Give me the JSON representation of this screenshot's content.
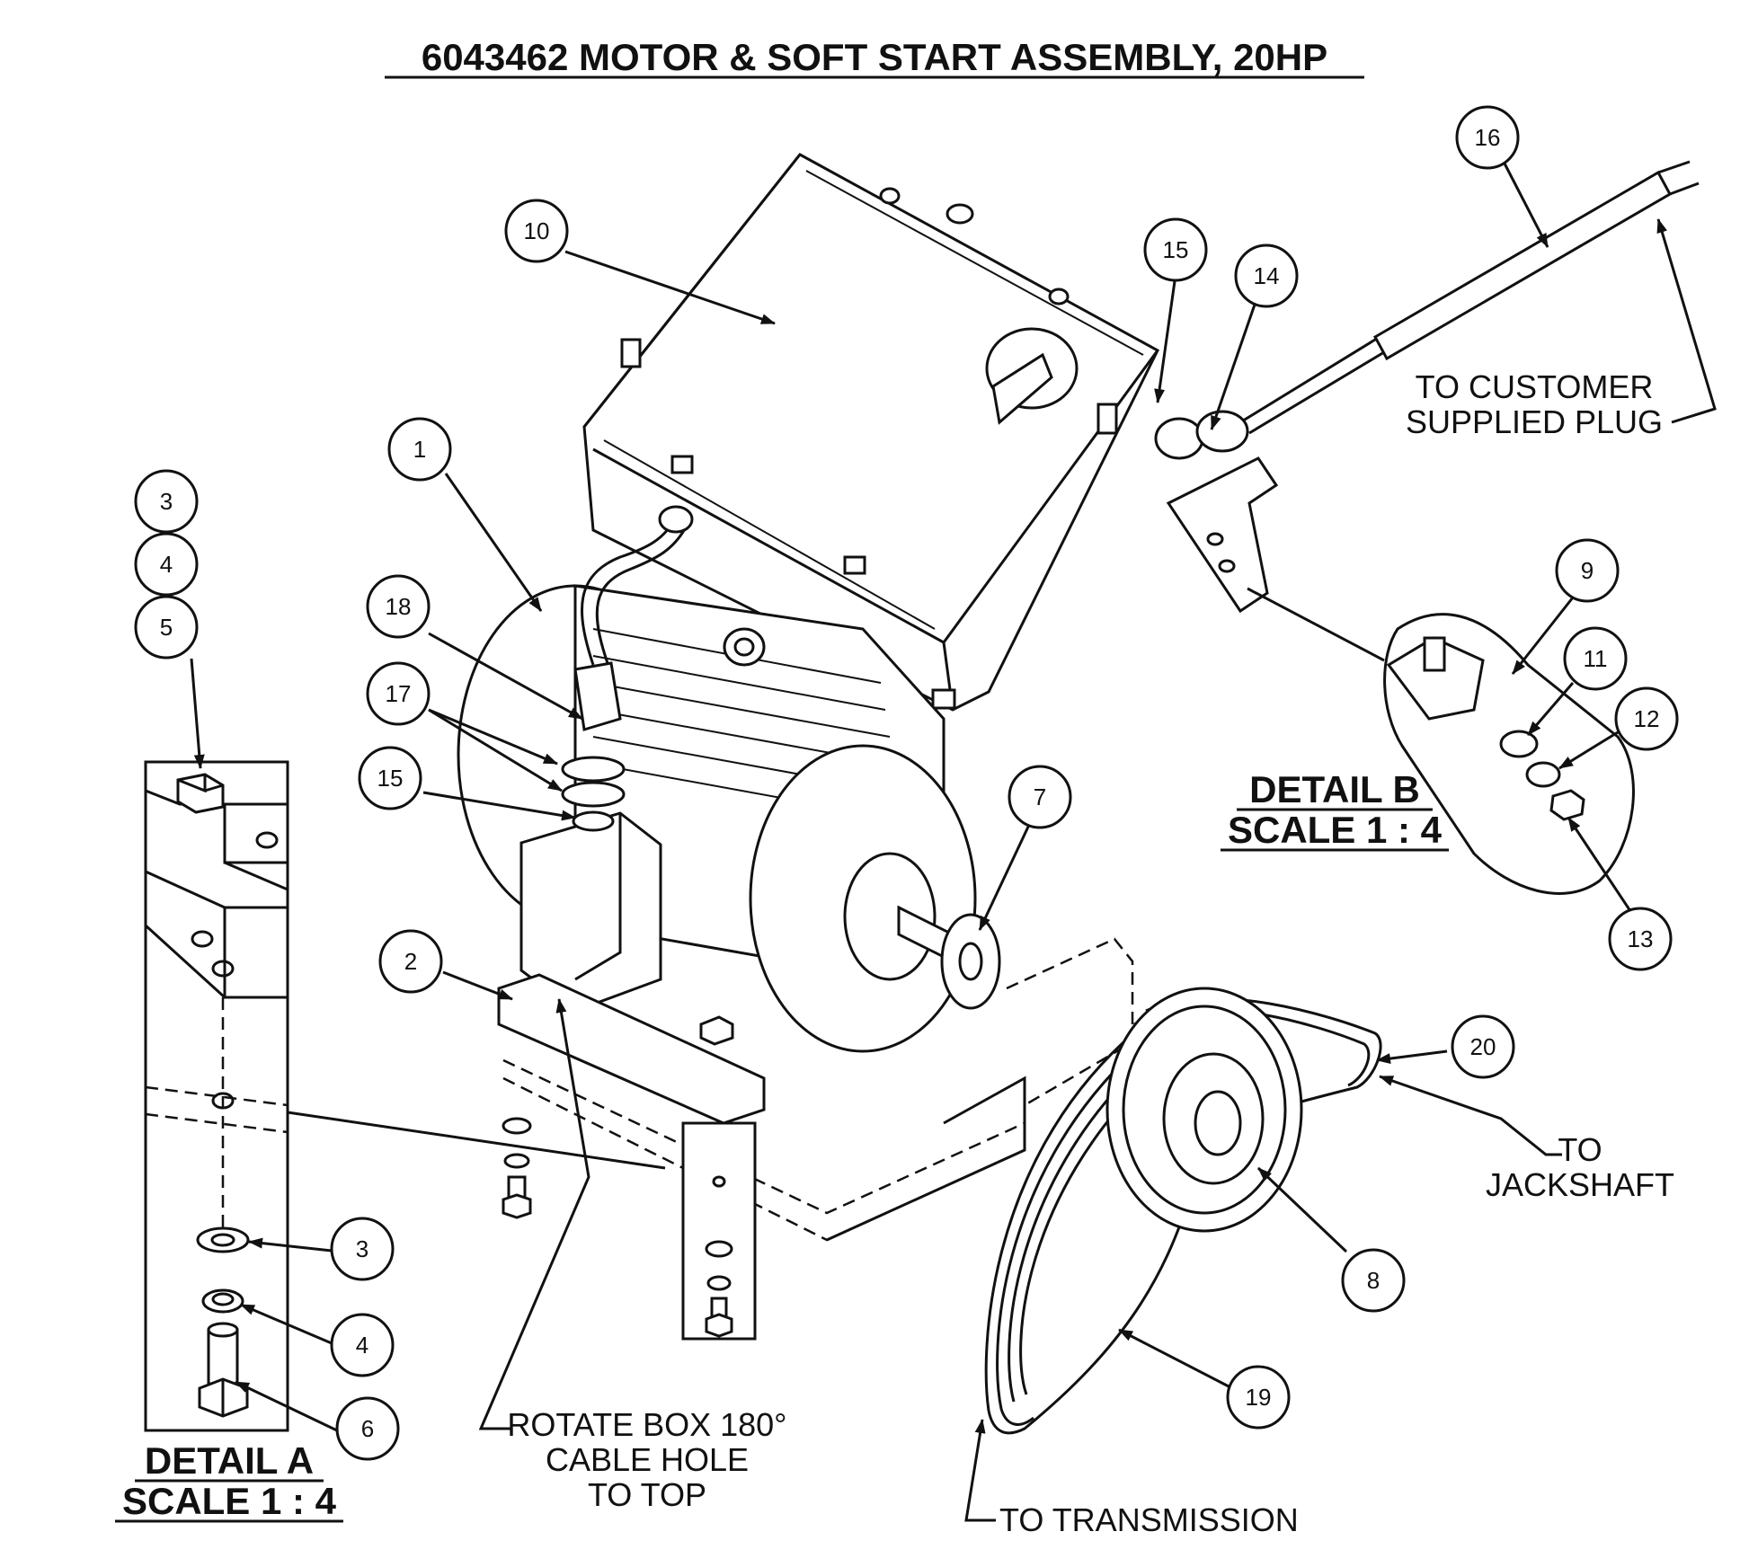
{
  "title": "6043462 MOTOR & SOFT START ASSEMBLY, 20HP",
  "balloons": [
    {
      "id": "b16",
      "text": "16"
    },
    {
      "id": "b10",
      "text": "10"
    },
    {
      "id": "b15a",
      "text": "15"
    },
    {
      "id": "b14",
      "text": "14"
    },
    {
      "id": "b1",
      "text": "1"
    },
    {
      "id": "b3a",
      "text": "3"
    },
    {
      "id": "b4a",
      "text": "4"
    },
    {
      "id": "b5",
      "text": "5"
    },
    {
      "id": "b18",
      "text": "18"
    },
    {
      "id": "b17",
      "text": "17"
    },
    {
      "id": "b15b",
      "text": "15"
    },
    {
      "id": "b9",
      "text": "9"
    },
    {
      "id": "b11",
      "text": "11"
    },
    {
      "id": "b12",
      "text": "12"
    },
    {
      "id": "b7",
      "text": "7"
    },
    {
      "id": "b13",
      "text": "13"
    },
    {
      "id": "b2",
      "text": "2"
    },
    {
      "id": "b20",
      "text": "20"
    },
    {
      "id": "b3b",
      "text": "3"
    },
    {
      "id": "b8",
      "text": "8"
    },
    {
      "id": "b4b",
      "text": "4"
    },
    {
      "id": "b19",
      "text": "19"
    },
    {
      "id": "b6",
      "text": "6"
    }
  ],
  "notes": {
    "customer_plug_1": "TO CUSTOMER",
    "customer_plug_2": "SUPPLIED PLUG",
    "jackshaft_1": "TO",
    "jackshaft_2": "JACKSHAFT",
    "rotate_1": "ROTATE BOX 180°",
    "rotate_2": "CABLE HOLE",
    "rotate_3": "TO TOP",
    "transmission": "TO TRANSMISSION"
  },
  "details": {
    "a_name": "DETAIL A",
    "a_scale": "SCALE 1 : 4",
    "b_name": "DETAIL B",
    "b_scale": "SCALE 1 : 4"
  }
}
